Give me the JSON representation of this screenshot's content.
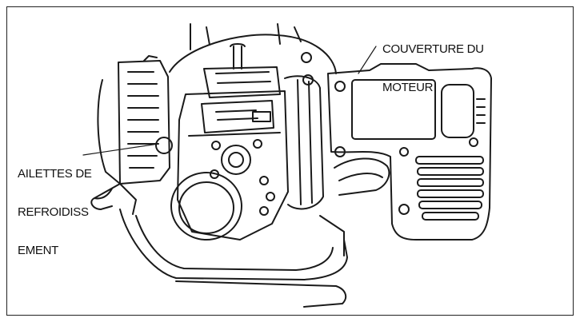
{
  "labels": {
    "engine_cover": [
      "COUVERTURE DU",
      "MOTEUR"
    ],
    "cooling_fins": [
      "AILETTES DE",
      "REFROIDISS",
      "EMENT"
    ]
  },
  "colors": {
    "ink": "#1a1a1a",
    "paper": "#ffffff"
  }
}
